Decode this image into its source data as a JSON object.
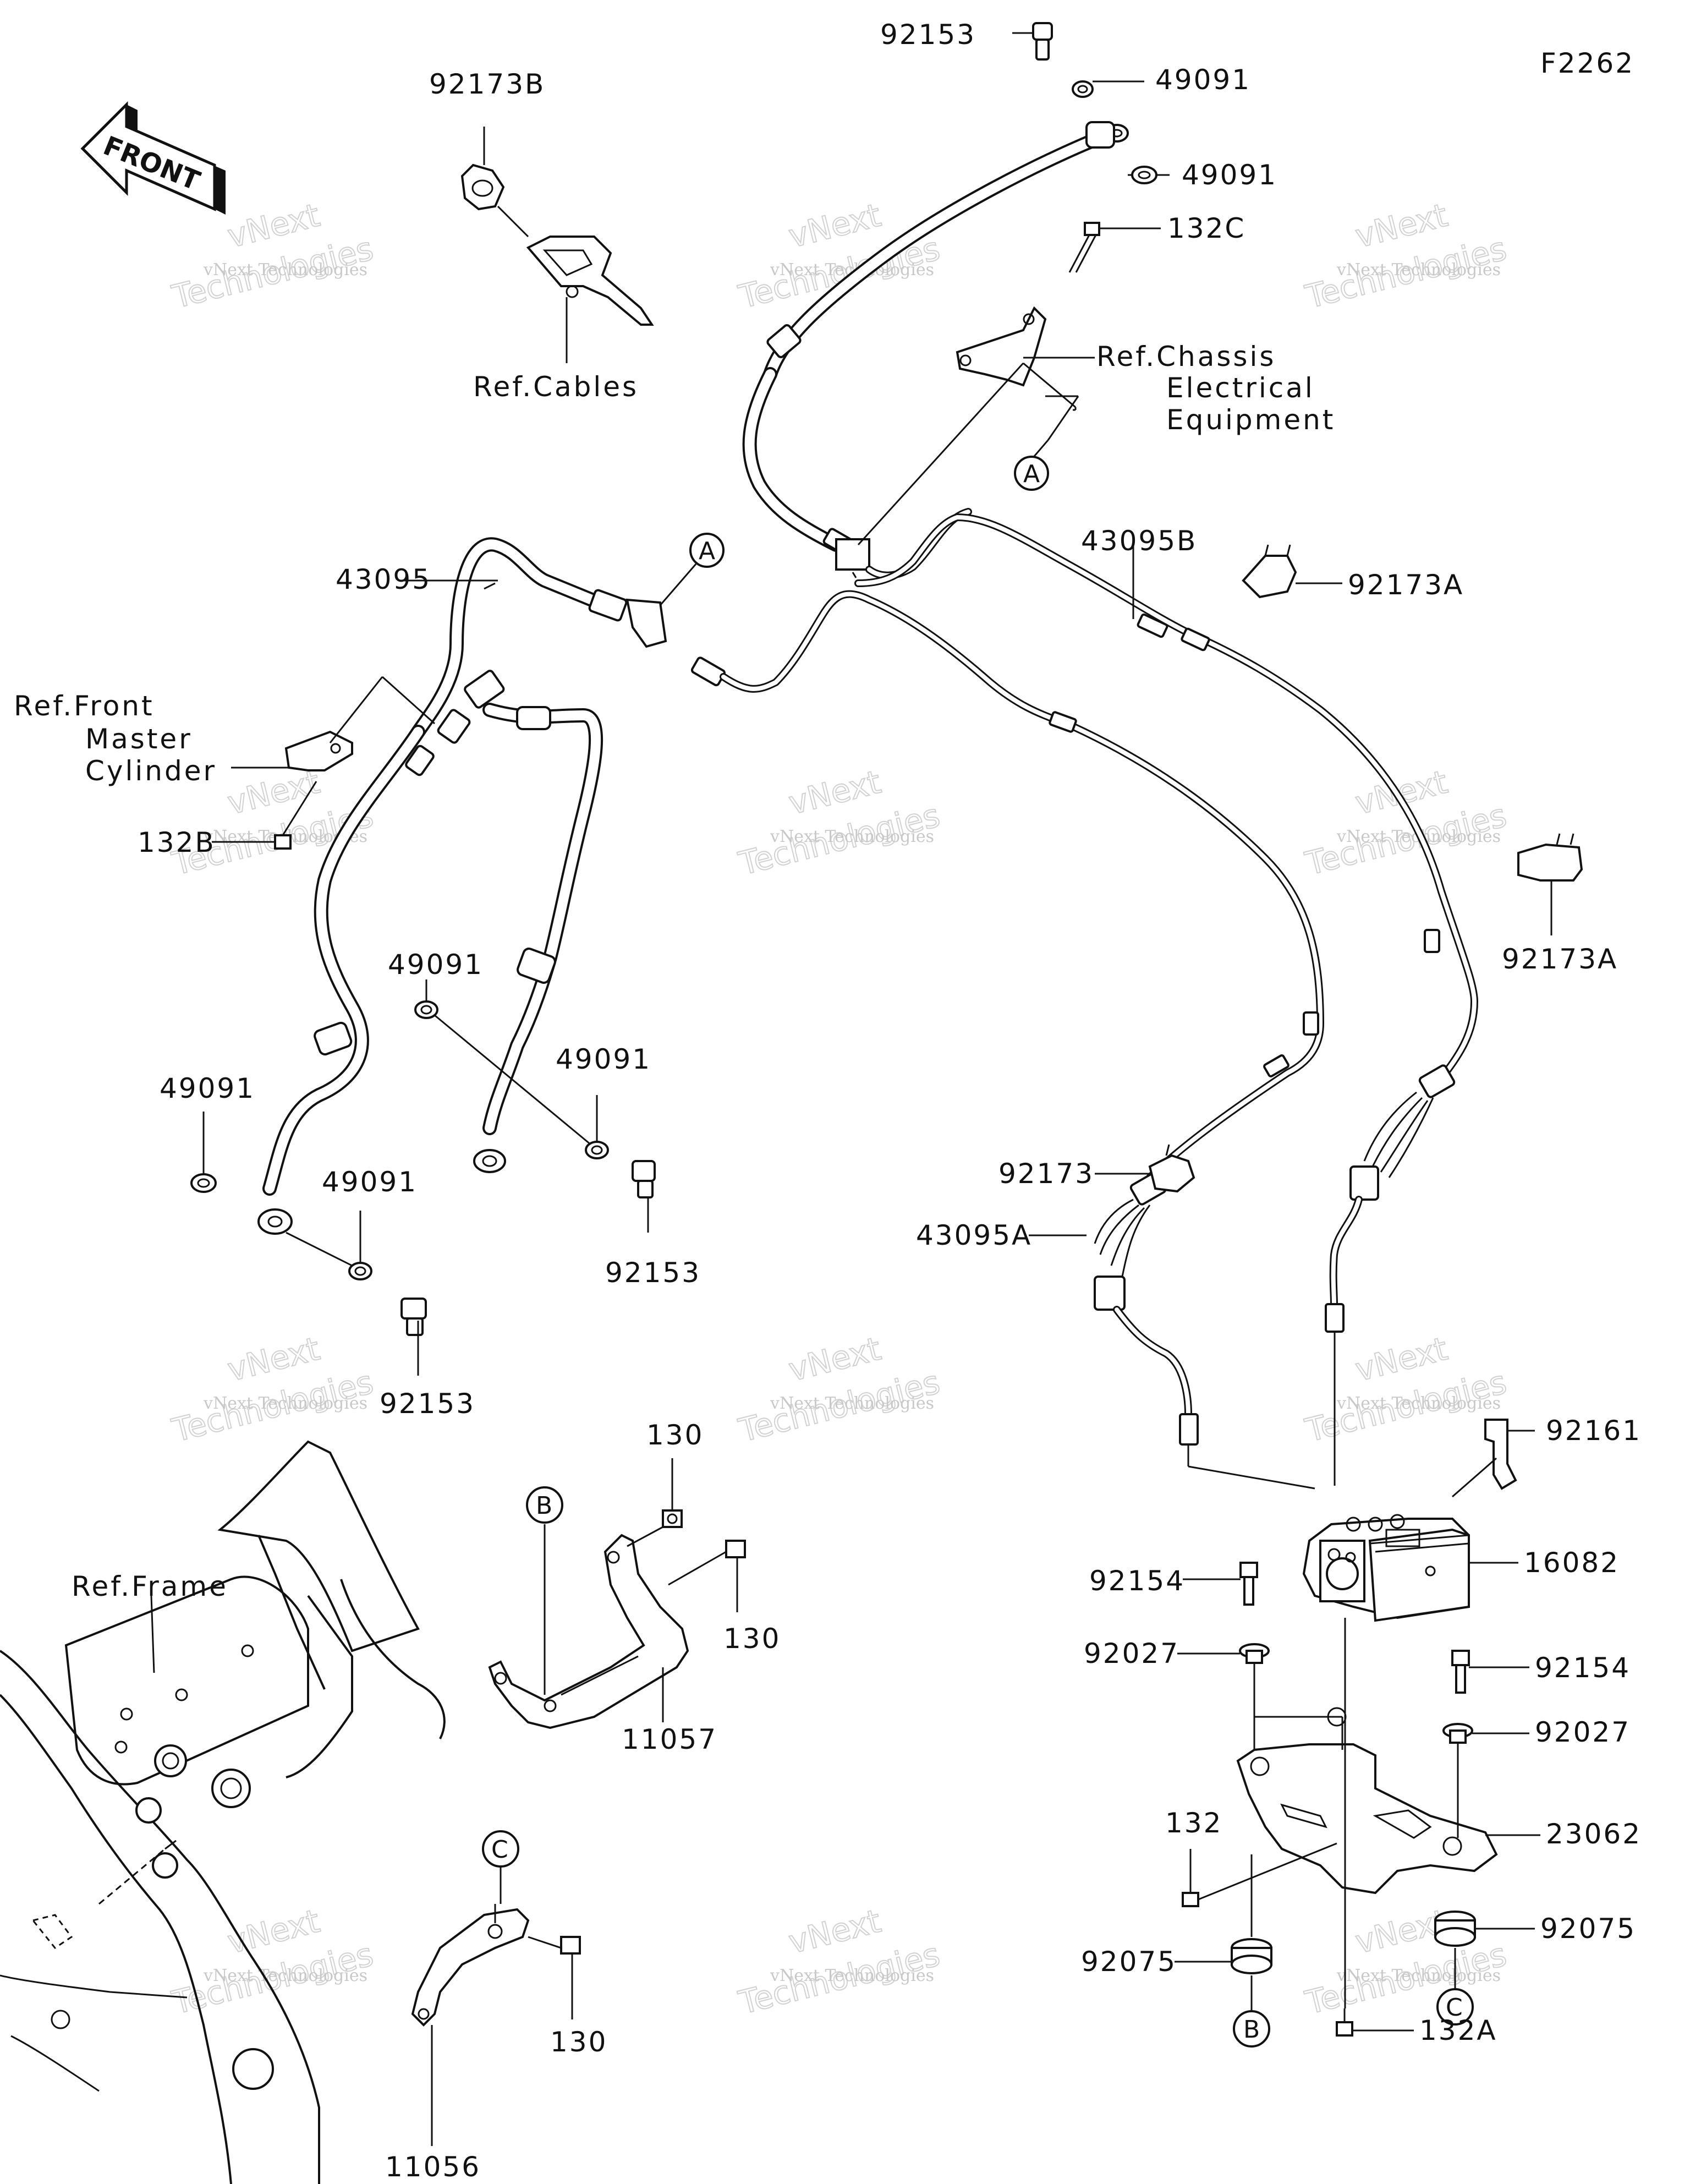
{
  "diagram_code": "F2262",
  "front_arrow_text": "FRONT",
  "watermark": {
    "line1": "vNext",
    "line2": "Technologies",
    "full": "vNext Technologies"
  },
  "parts": [
    {
      "id": "92153",
      "label": "92153"
    },
    {
      "id": "49091",
      "label": "49091"
    },
    {
      "id": "132C",
      "label": "132C"
    },
    {
      "id": "92173B",
      "label": "92173B"
    },
    {
      "id": "43095",
      "label": "43095"
    },
    {
      "id": "43095B",
      "label": "43095B"
    },
    {
      "id": "92173A",
      "label": "92173A"
    },
    {
      "id": "132B",
      "label": "132B"
    },
    {
      "id": "92173",
      "label": "92173"
    },
    {
      "id": "43095A",
      "label": "43095A"
    },
    {
      "id": "92161",
      "label": "92161"
    },
    {
      "id": "16082",
      "label": "16082"
    },
    {
      "id": "130",
      "label": "130"
    },
    {
      "id": "11057",
      "label": "11057"
    },
    {
      "id": "92154",
      "label": "92154"
    },
    {
      "id": "92027",
      "label": "92027"
    },
    {
      "id": "23062",
      "label": "23062"
    },
    {
      "id": "132",
      "label": "132"
    },
    {
      "id": "92075",
      "label": "92075"
    },
    {
      "id": "11056",
      "label": "11056"
    },
    {
      "id": "132A",
      "label": "132A"
    }
  ],
  "references": {
    "cables": "Ref.Cables",
    "chassis": [
      "Ref.Chassis",
      "Electrical",
      "Equipment"
    ],
    "front_master": [
      "Ref.Front",
      "Master",
      "Cylinder"
    ],
    "frame": "Ref.Frame"
  },
  "markers": {
    "a": "A",
    "b": "B",
    "c": "C"
  }
}
